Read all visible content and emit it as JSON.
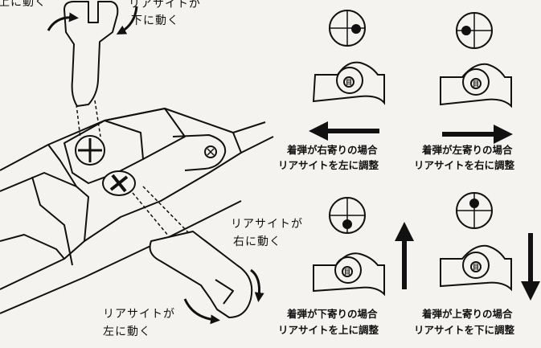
{
  "wrench_top": {
    "left": "上に動く",
    "right_line1": "リアサイトが",
    "right_line2": "下に動く"
  },
  "wrench_bottom": {
    "right_line1": "リアサイトが",
    "right_line2": "右に動く",
    "left_line1": "リアサイトが",
    "left_line2": "左に動く"
  },
  "panels": [
    {
      "id": "right",
      "line1": "着弾が右寄りの場合",
      "line2": "リアサイトを左に調整",
      "arrow": "left"
    },
    {
      "id": "left",
      "line1": "着弾が左寄りの場合",
      "line2": "リアサイトを右に調整",
      "arrow": "right"
    },
    {
      "id": "low",
      "line1": "着弾が下寄りの場合",
      "line2": "リアサイトを上に調整",
      "arrow": "up"
    },
    {
      "id": "high",
      "line1": "着弾が上寄りの場合",
      "line2": "リアサイトを下に調整",
      "arrow": "down"
    }
  ],
  "sight_mark": "目",
  "colors": {
    "ink": "#111111",
    "paper": "#f4f3ef"
  }
}
